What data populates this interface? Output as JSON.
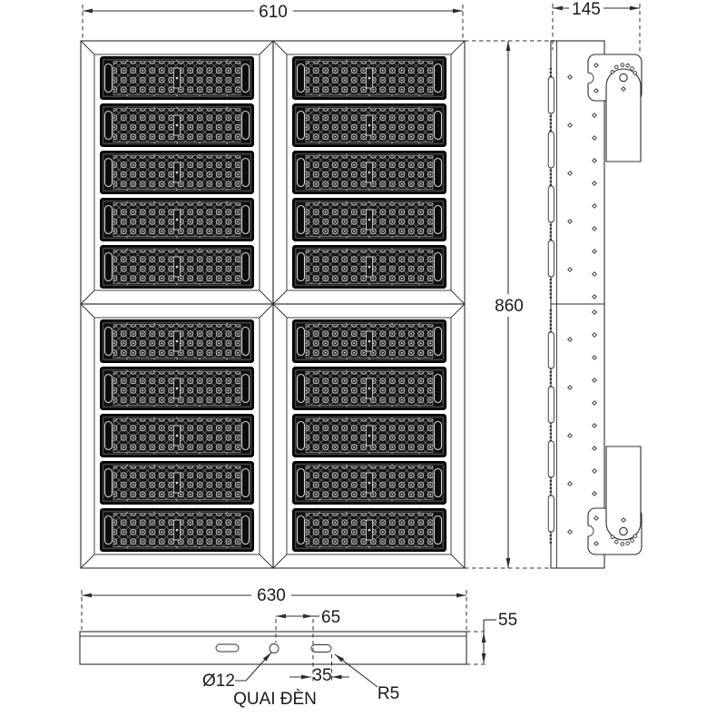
{
  "dimensions": {
    "front_width": "610",
    "side_depth": "145",
    "overall_height": "860",
    "bar_width": "630",
    "hole_to_slot": "65",
    "bar_height": "55",
    "slot_length": "35",
    "hole_diameter": "Ø12",
    "slot_radius": "R5"
  },
  "labels": {
    "handle": "QUAI ĐÈN"
  },
  "colors": {
    "line": "#2d2d2d",
    "text": "#1a1a1a",
    "module_fill": "#0f0f0f",
    "background": "#ffffff"
  }
}
